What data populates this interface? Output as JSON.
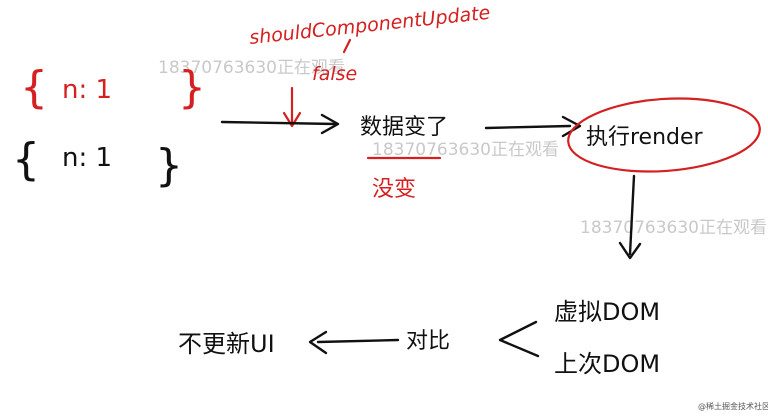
{
  "top_red_label": "shouldComponentUpdate",
  "top_red_value": "false",
  "obj_red": {
    "open": "{",
    "content": "n: 1",
    "close": "}"
  },
  "obj_black": {
    "open": "{",
    "content": "n: 1",
    "close": "}"
  },
  "node_data_changed": "数据变了",
  "node_unchanged": "没变",
  "node_execute_render": "执行render",
  "node_virtual_dom": "虚拟DOM",
  "node_last_dom": "上次DOM",
  "node_compare": "对比",
  "node_no_update": "不更新UI",
  "watermarks": [
    "18370763630正在观看",
    "18370763630正在观看",
    "18370763630正在观看"
  ],
  "corner_credit": "@稀土掘金技术社区",
  "colors": {
    "ink": "#111111",
    "accent": "#d42020",
    "watermark": "#c9c9c9"
  }
}
